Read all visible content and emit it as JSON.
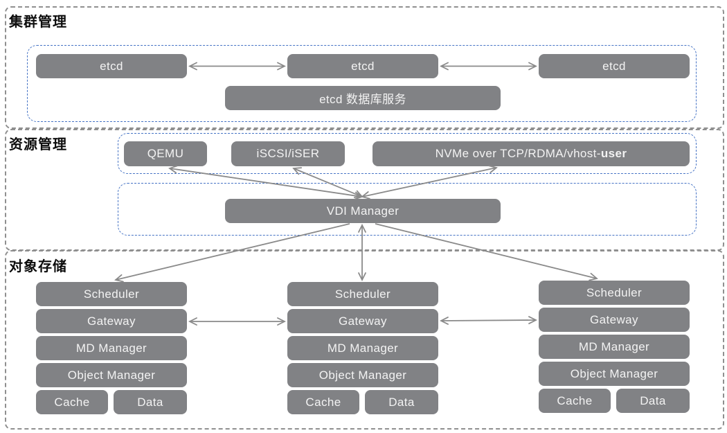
{
  "colors": {
    "box_fill": "#818285",
    "box_text": "#f3f3f3",
    "blue_dashed_border": "#4472c4",
    "gray_dashed_border": "#8f8f8f",
    "arrow": "#8a8a8a",
    "section_title_text": "#0d0d0d"
  },
  "cluster": {
    "title": "集群管理",
    "etcd_nodes": [
      "etcd",
      "etcd",
      "etcd"
    ],
    "db_service": "etcd 数据库服务"
  },
  "resource": {
    "title": "资源管理",
    "qemu": "QEMU",
    "iscsi": "iSCSI/iSER",
    "nvme_regular": "NVMe over TCP/RDMA/vhost-",
    "nvme_bold": "user",
    "vdi": "VDI Manager"
  },
  "storage": {
    "title": "对象存储",
    "columns": [
      {
        "rows": [
          "Scheduler",
          "Gateway",
          "MD Manager",
          "Object Manager"
        ],
        "cache": "Cache",
        "data": "Data"
      },
      {
        "rows": [
          "Scheduler",
          "Gateway",
          "MD Manager",
          "Object Manager"
        ],
        "cache": "Cache",
        "data": "Data"
      },
      {
        "rows": [
          "Scheduler",
          "Gateway",
          "MD Manager",
          "Object Manager"
        ],
        "cache": "Cache",
        "data": "Data"
      }
    ]
  }
}
